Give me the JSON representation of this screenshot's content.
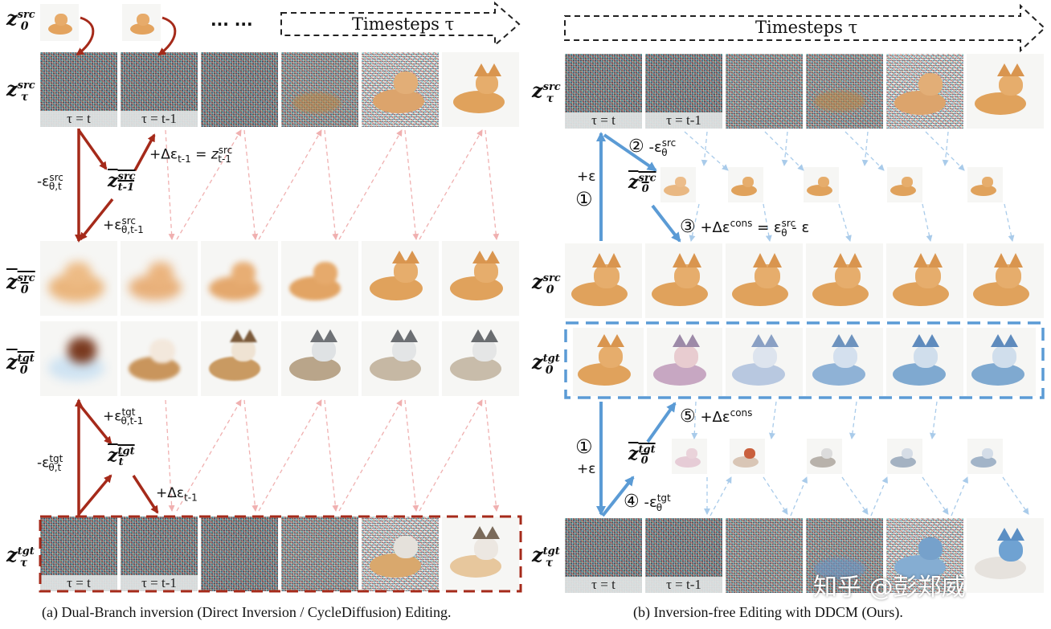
{
  "panel_a": {
    "caption": "(a) Dual-Branch inversion (Direct Inversion / CycleDiffusion) Editing.",
    "timesteps_label": "Timesteps τ",
    "ellipsis": "··· ···",
    "tau_t": "τ = t",
    "tau_t1": "τ = t-1",
    "eq_top": "+Δε",
    "eq_top_sub": "t-1",
    "eq_top_rest": "= z",
    "neg_eps_src": "-ε",
    "neg_eps_src_sub": "θ,t",
    "pos_eps_src": "+ε",
    "pos_eps_src_sub": "θ,t-1",
    "pos_eps_tgt": "+ε",
    "pos_eps_tgt_sub": "θ,t-1",
    "neg_eps_tgt": "-ε",
    "neg_eps_tgt_sub": "θ,t",
    "delta_bottom": "+Δε",
    "delta_bottom_sub": "t-1",
    "sup_src": "src",
    "sup_tgt": "tgt"
  },
  "panel_b": {
    "caption": "(b) Inversion-free Editing with DDCM (Ours).",
    "timesteps_label": "Timesteps τ",
    "tau_t": "τ = t",
    "tau_t1": "τ = t-1",
    "step1": "①",
    "step2": "②",
    "step3": "③",
    "step4": "④",
    "step5": "⑤",
    "plus_eps": "+ε",
    "neg_eps_theta": "-ε",
    "eq3": "+Δε",
    "eq3_sup": "cons",
    "eq3_rest": "= ε",
    "eq3_tail": "- ε",
    "eq5": "+Δε",
    "eq5_sup": "cons",
    "sup_src": "src",
    "sup_tgt": "tgt"
  },
  "row_labels": {
    "z0_src": "z",
    "z_tau_src": "z",
    "zbar0_src": "z",
    "zbar0_tgt": "z",
    "z_tau_tgt": "z",
    "sub_0": "0",
    "sub_tau": "τ",
    "sub_t1": "t-1",
    "sub_t": "t"
  },
  "watermark": "知乎 @彭郑威",
  "colors": {
    "dark_red": "#a52a1a",
    "light_red": "#f0b0b0",
    "blue": "#5b9bd5",
    "light_blue": "#a9cbea",
    "corgi": "#e0a25c",
    "blue_corgi": "#7fa9d0"
  }
}
